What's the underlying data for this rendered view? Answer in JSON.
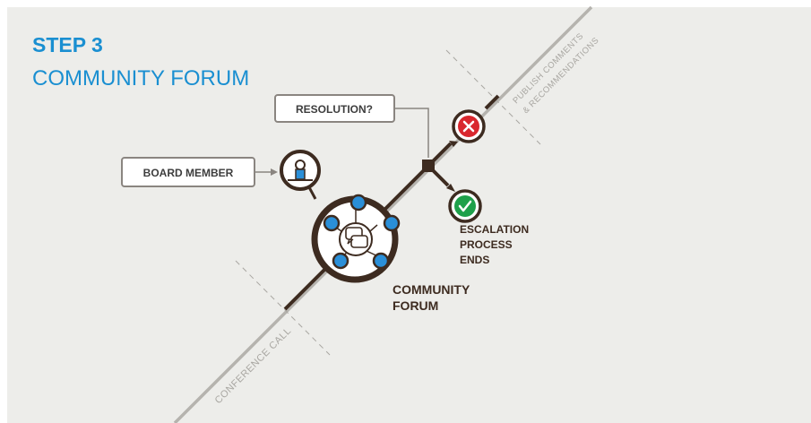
{
  "header": {
    "step": "STEP 3",
    "title": "COMMUNITY FORUM"
  },
  "nodes": {
    "board_member": "BOARD MEMBER",
    "resolution": "RESOLUTION?",
    "community_forum_line1": "COMMUNITY",
    "community_forum_line2": "FORUM",
    "escalation_line1": "ESCALATION",
    "escalation_line2": "PROCESS",
    "escalation_line3": "ENDS"
  },
  "labels": {
    "conference_call": "CONFERENCE CALL",
    "publish_line1": "PUBLISH COMMENTS",
    "publish_line2": "& RECOMMENDATIONS"
  },
  "colors": {
    "accent_blue": "#1a8fd1",
    "node_blue": "#2a8fd8",
    "dark_brown": "#3d2b20",
    "reject_red": "#d9272e",
    "accept_green": "#1ea04a",
    "box_gray": "#8a8580",
    "track_gray": "#b5b3ae",
    "background": "#ededea"
  },
  "icons": {
    "reject": "x-circle-icon",
    "accept": "check-circle-icon",
    "board_member": "person-icon",
    "forum": "chat-bubbles-icon",
    "decision": "decision-square-icon"
  }
}
